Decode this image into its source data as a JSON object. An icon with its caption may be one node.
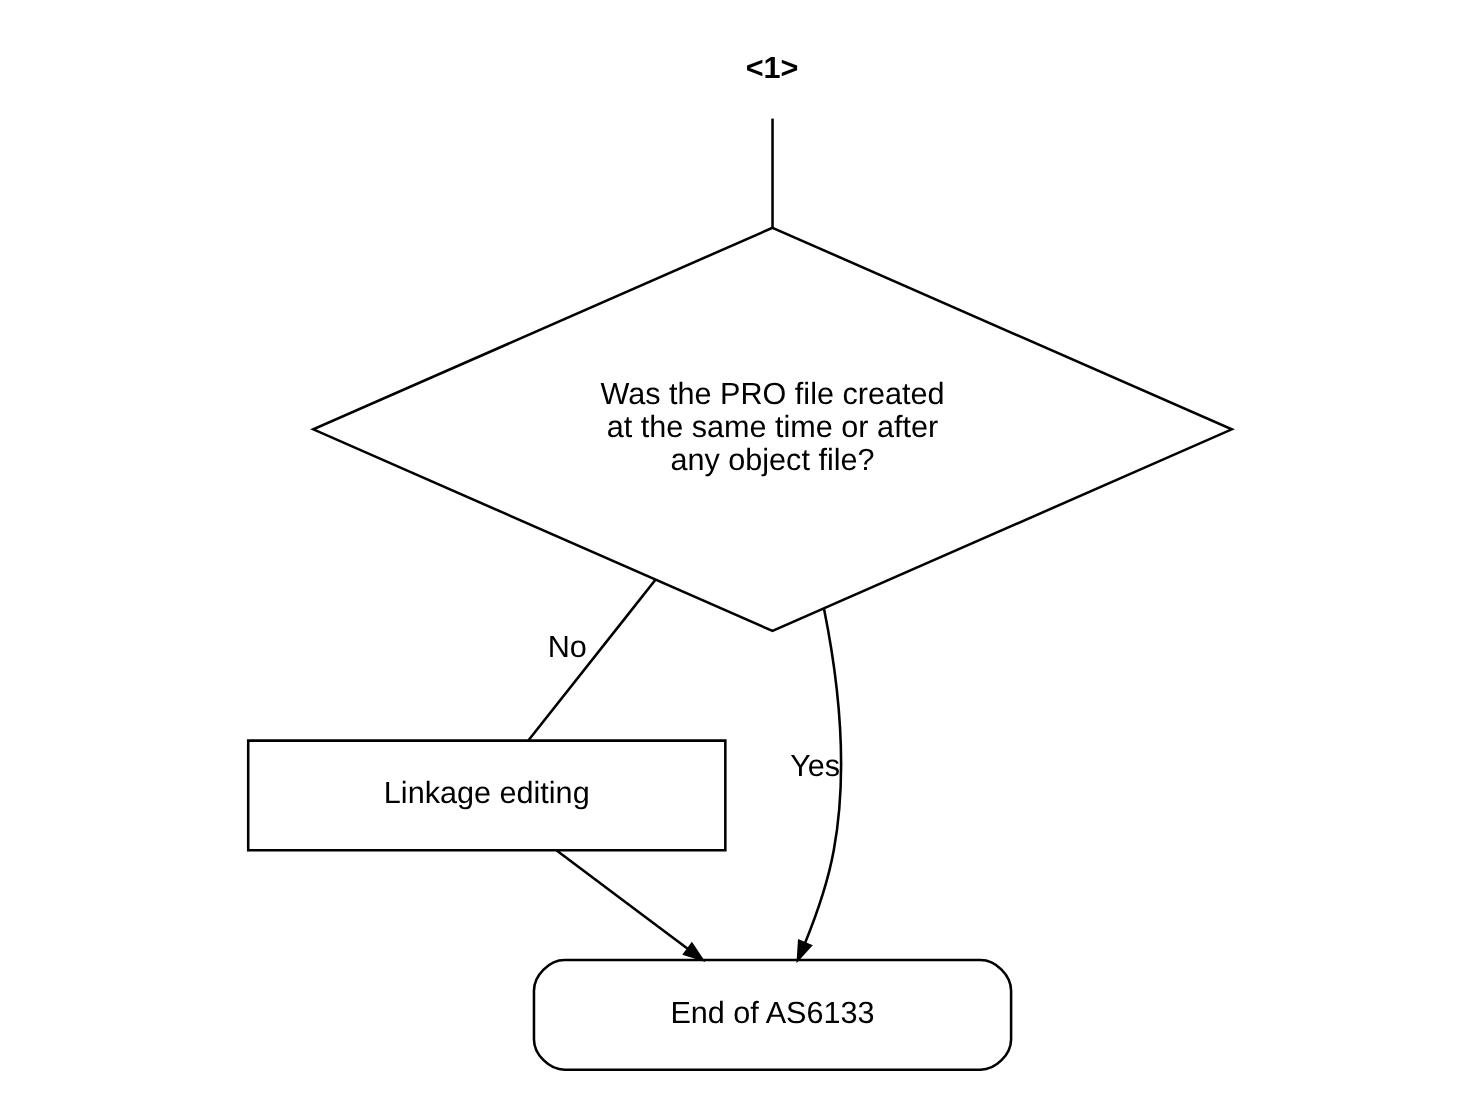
{
  "diagram": {
    "nodes": [
      {
        "text": [
          "<1>"
        ]
      },
      {
        "text": [
          "Was the PRO file created at the same time or after any object file?"
        ]
      },
      {
        "text": [
          "Linkage editing"
        ]
      },
      {
        "text": [
          "End of AS6133"
        ]
      }
    ],
    "edges": [
      {
        "from": 0,
        "to": 1,
        "arrow": "none"
      },
      {
        "from": 1,
        "to": 2,
        "arrow": "none",
        "label": "No"
      },
      {
        "from": 1,
        "to": 3,
        "arrow": "to",
        "label": "Yes"
      },
      {
        "from": 2,
        "to": 3,
        "arrow": "to"
      }
    ]
  }
}
